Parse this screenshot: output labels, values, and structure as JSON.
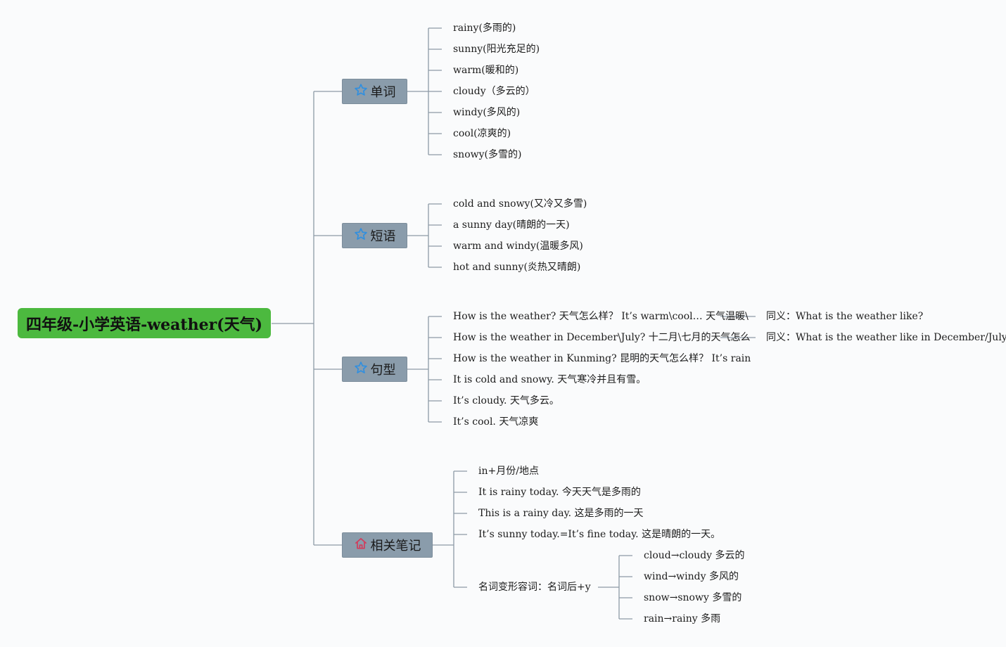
{
  "root": {
    "label": "四年级-小学英语-weather(天气)"
  },
  "branches": [
    {
      "label": "单词",
      "icon": "star-icon",
      "items": [
        "rainy(多雨的)",
        "sunny(阳光充足的)",
        "warm(暖和的)",
        "cloudy（多云的）",
        "windy(多风的)",
        "cool(凉爽的)",
        "snowy(多雪的)"
      ]
    },
    {
      "label": "短语",
      "icon": "star-icon",
      "items": [
        "cold and snowy(又冷又多雪)",
        "a sunny day(晴朗的一天)",
        "warm and windy(温暖多风)",
        "hot and sunny(炎热又晴朗)"
      ]
    },
    {
      "label": "句型",
      "icon": "star-icon",
      "items": [
        "How is the weather? 天气怎么样？ It’s warm\\cool… 天气温暖\\",
        "How is the weather in December\\July? 十二月\\七月的天气怎么",
        "How is the weather in Kunming? 昆明的天气怎么样？ It’s rain",
        "It is cold and snowy. 天气寒冷并且有雪。",
        "It’s cloudy. 天气多云。",
        "It’s cool. 天气凉爽"
      ],
      "synonyms": [
        "同义：What is the weather like?",
        "同义：What is the weather like in December/July"
      ]
    },
    {
      "label": "相关笔记",
      "icon": "home-icon",
      "items": [
        "in+月份/地点",
        "It is rainy today. 今天天气是多雨的",
        "This is a rainy day. 这是多雨的一天",
        "It’s sunny today.=It’s fine today. 这是晴朗的一天。",
        "名词变形容词：名词后+y"
      ],
      "sub_items": [
        "cloud→cloudy 多云的",
        "wind→windy 多风的",
        "snow→snowy 多雪的",
        "rain→rainy 多雨"
      ]
    }
  ],
  "colors": {
    "root_fill": "#4cb93f",
    "branch_fill": "#8a9cab",
    "line": "#8d9aa6",
    "star_icon": "#2f8fe0",
    "home_icon": "#d23b5b"
  }
}
